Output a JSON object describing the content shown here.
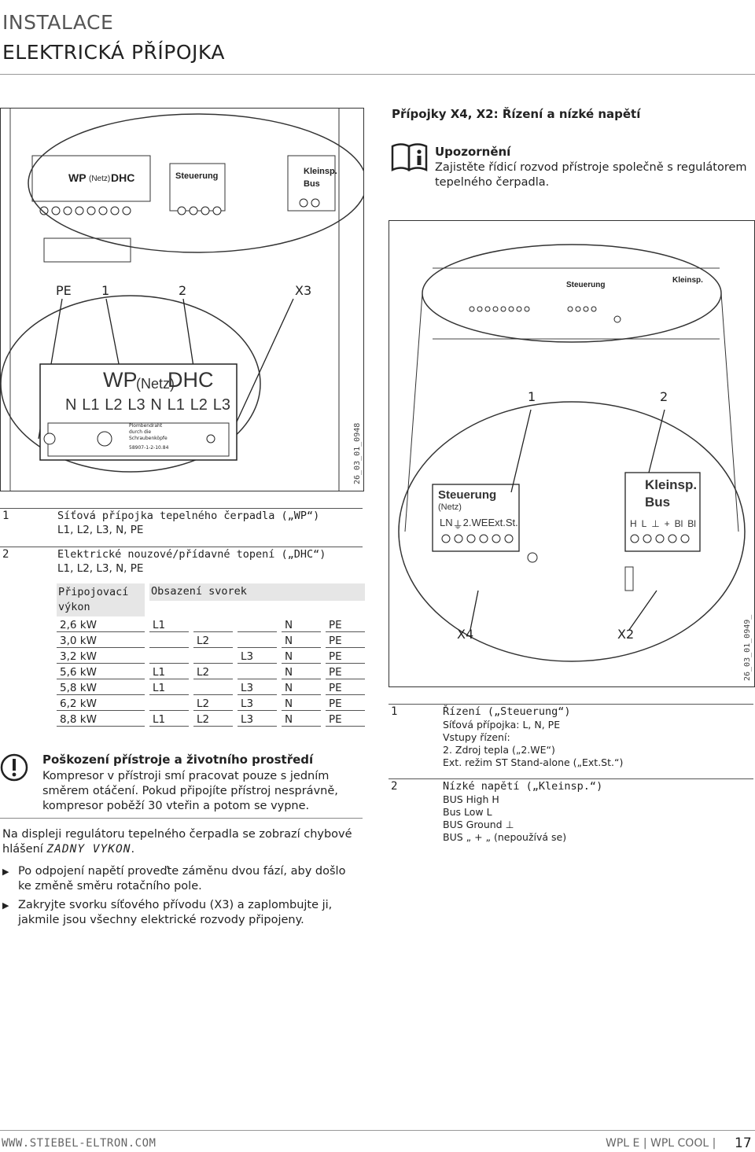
{
  "header": {
    "section": "INSTALACE",
    "title": "ELEKTRICKÁ PŘÍPOJKA"
  },
  "right_section_title": "Přípojky X4, X2: Řízení a nízké napětí",
  "note": {
    "title": "Upozornění",
    "text": "Zajistěte řídicí rozvod přístroje společně s regulátorem tepelného čerpadla."
  },
  "figure1": {
    "callouts": [
      "PE",
      "1",
      "2",
      "X3"
    ],
    "id": "26_03_01_0948",
    "wp_label": "WP",
    "netz_label": "(Netz)",
    "dhc_label": "DHC",
    "terminals": [
      "N",
      "L1",
      "L2",
      "L3",
      "N",
      "L1",
      "L2",
      "L3"
    ],
    "steuerung": "Steuerung",
    "kleinsp": "Kleinsp.",
    "bus": "Bus",
    "plombe_lines": [
      "Plombendraht",
      "durch die",
      "Schraubenköpfe"
    ],
    "part_no": "58907-1-2-10.84"
  },
  "figure2": {
    "callouts": [
      "1",
      "2",
      "X4",
      "X2"
    ],
    "id": "26_03_01_0949_",
    "steuerung": "Steuerung",
    "netz": "(Netz)",
    "kleinsp": "Kleinsp.",
    "bus": "Bus",
    "steuerung_terms": [
      "L",
      "N",
      "⏚",
      "2.WE",
      "Ext.St."
    ],
    "bus_terms": [
      "H",
      "L",
      "⊥",
      "+",
      "Bl",
      "Bl"
    ]
  },
  "legend1": [
    {
      "num": "1",
      "title": "Síťová přípojka tepelného čerpadla („WP“)",
      "sub": "L1, L2, L3, N, PE"
    },
    {
      "num": "2",
      "title": "Elektrické nouzové/přídavné topení („DHC“)",
      "sub": "L1, L2, L3, N, PE"
    }
  ],
  "power_table": {
    "head": [
      "Připojovací výkon",
      "Obsazení svorek"
    ],
    "rows": [
      [
        "2,6 kW",
        "L1",
        "",
        "",
        "N",
        "PE"
      ],
      [
        "3,0 kW",
        "",
        "L2",
        "",
        "N",
        "PE"
      ],
      [
        "3,2 kW",
        "",
        "",
        "L3",
        "N",
        "PE"
      ],
      [
        "5,6 kW",
        "L1",
        "L2",
        "",
        "N",
        "PE"
      ],
      [
        "5,8 kW",
        "L1",
        "",
        "L3",
        "N",
        "PE"
      ],
      [
        "6,2 kW",
        "",
        "L2",
        "L3",
        "N",
        "PE"
      ],
      [
        "8,8 kW",
        "L1",
        "L2",
        "L3",
        "N",
        "PE"
      ]
    ]
  },
  "warning": {
    "title": "Poškození přístroje a životního prostředí",
    "text": "Kompresor v přístroji smí pracovat pouze s jedním směrem otáčení. Pokud připojíte přístroj nesprávně, kompresor poběží 30 vteřin a potom se vypne."
  },
  "display_note": {
    "text": "Na displeji regulátoru tepelného čerpadla se zobrazí chybové hlášení",
    "code": "ZADNY VYKON",
    "end": "."
  },
  "steps": [
    "Po odpojení napětí proveďte záměnu dvou fází, aby došlo ke změně směru rotačního pole.",
    "Zakryjte svorku síťového přívodu (X3) a zaplombujte ji, jakmile jsou všechny elektrické rozvody připojeny."
  ],
  "legend2": [
    {
      "num": "1",
      "title": "Řízení („Steuerung“)",
      "lines": [
        "Síťová přípojka: L, N, PE",
        "Vstupy řízení:",
        "2. Zdroj tepla („2.WE“)",
        "Ext. režim ST Stand-alone („Ext.St.“)"
      ]
    },
    {
      "num": "2",
      "title": "Nízké napětí („Kleinsp.“)",
      "lines": [
        "BUS High H",
        "Bus Low L",
        "BUS Ground ⊥",
        "BUS „ + „ (nepoužívá se)"
      ]
    }
  ],
  "footer": {
    "site": "WWW.STIEBEL-ELTRON.COM",
    "product": "WPL E | WPL COOL |",
    "page": "17"
  }
}
